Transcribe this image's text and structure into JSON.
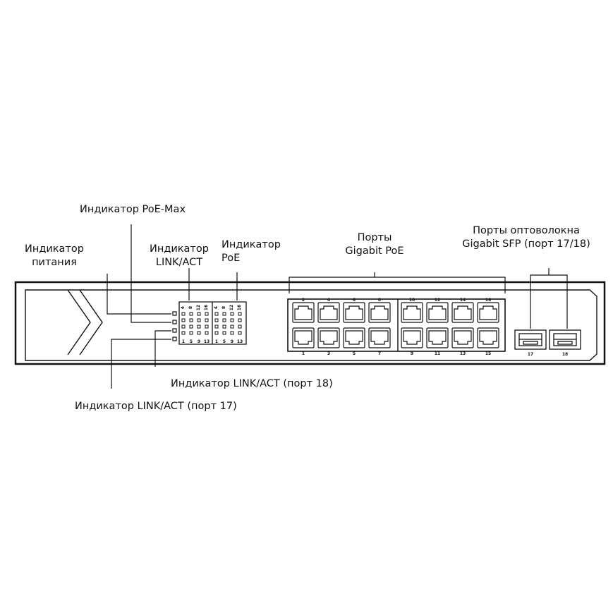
{
  "labels": {
    "power_indicator": [
      "Индикатор",
      "питания"
    ],
    "poe_max_indicator": "Индикатор PoE-Max",
    "link_act_indicator": [
      "Индикатор",
      "LINK/ACT"
    ],
    "poe_indicator": [
      "Индикатор",
      "PoE"
    ],
    "gigabit_poe_ports": [
      "Порты",
      "Gigabit PoE"
    ],
    "sfp_ports": [
      "Порты оптоволокна",
      "Gigabit SFP (порт 17/18)"
    ],
    "link_act_port18": "Индикатор LINK/ACT (порт 18)",
    "link_act_port17": "Индикатор LINK/ACT (порт 17)"
  },
  "port_numbers_top": [
    "2",
    "4",
    "6",
    "8",
    "10",
    "12",
    "14",
    "16"
  ],
  "port_numbers_bottom": [
    "1",
    "3",
    "5",
    "7",
    "9",
    "11",
    "13",
    "15"
  ],
  "sfp_numbers": [
    "17",
    "18"
  ],
  "led_numbers_top": [
    "4",
    "8",
    "12",
    "16"
  ],
  "led_numbers_bottom": [
    "1",
    "5",
    "9",
    "13"
  ]
}
